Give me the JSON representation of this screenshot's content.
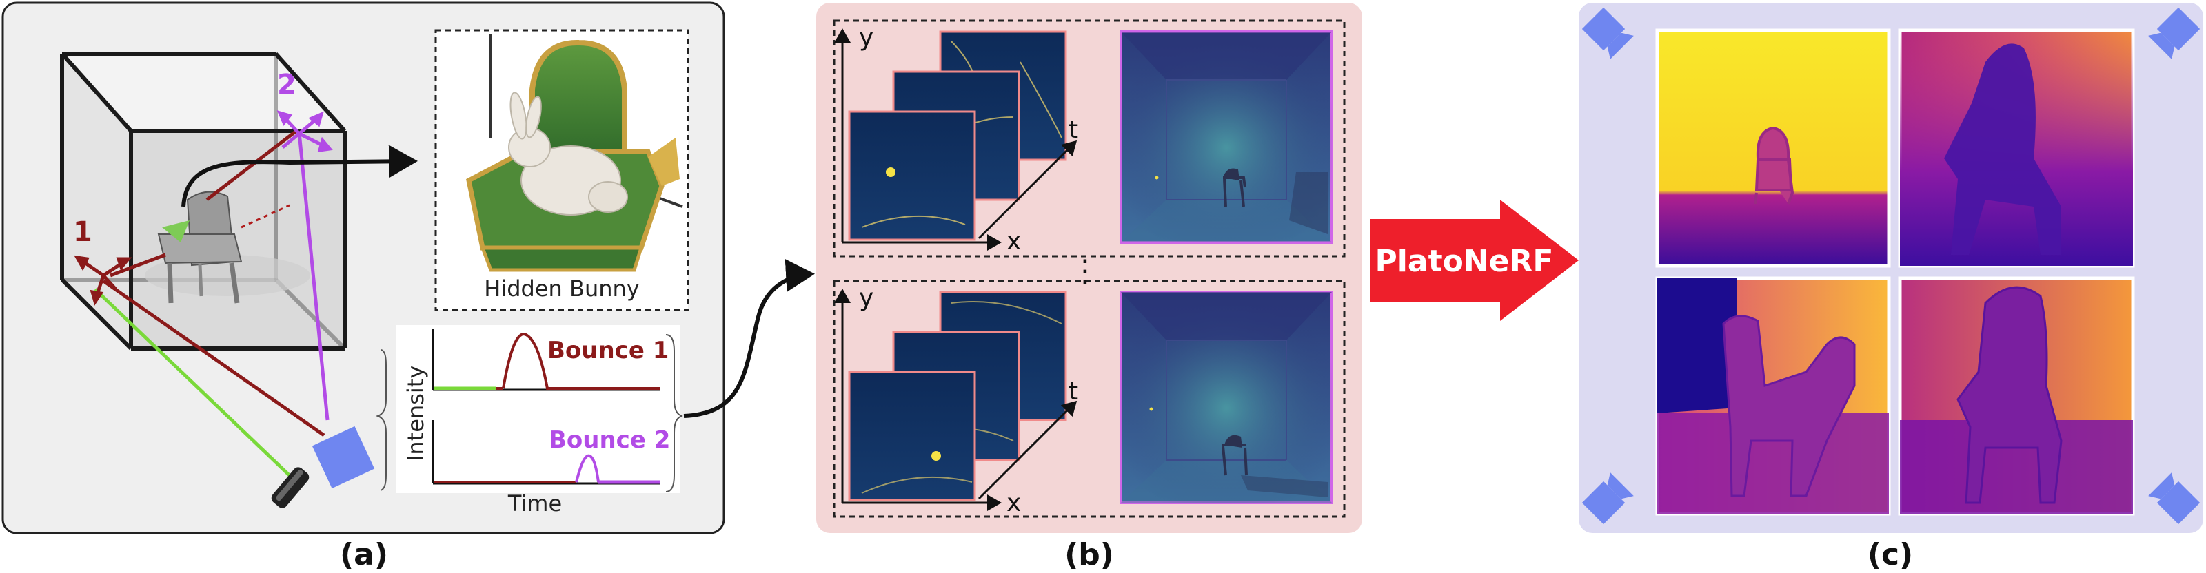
{
  "panel_a": {
    "label": "(a)",
    "inset_caption": "Hidden Bunny",
    "marker_1": "1",
    "marker_2": "2",
    "plot_ylabel": "Intensity",
    "plot_xlabel": "Time",
    "bounce1_label": "Bounce 1",
    "bounce2_label": "Bounce 2",
    "colors": {
      "bounce1": "#8b1a1a",
      "bounce2": "#b24be6",
      "laser": "#7ad93a",
      "camera": "#6f86f0"
    }
  },
  "panel_b": {
    "label": "(b)",
    "top": {
      "axis_y": "y",
      "axis_x": "x",
      "axis_t": "t"
    },
    "bottom": {
      "axis_y": "y",
      "axis_x": "x",
      "axis_t": "t"
    },
    "separator": "⋮"
  },
  "arrow": {
    "label": "PlatoNeRF",
    "color": "#ee1f2b"
  },
  "panel_c": {
    "label": "(c)",
    "icon": "camera-icon",
    "colormap": [
      "#23068c",
      "#7a10a8",
      "#c53b8a",
      "#f18a3f",
      "#f9e82a"
    ]
  }
}
